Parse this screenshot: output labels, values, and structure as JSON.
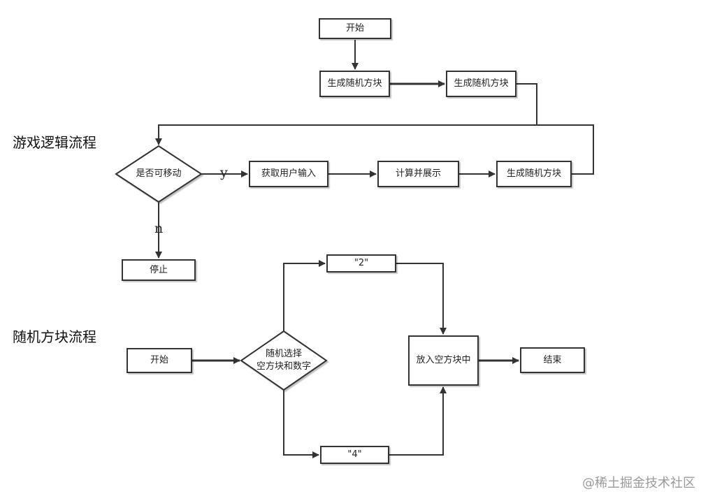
{
  "titles": {
    "game_logic": "游戏逻辑流程",
    "random_block": "随机方块流程"
  },
  "nodes": {
    "start1": "开始",
    "gen1": "生成随机方块",
    "gen2": "生成随机方块",
    "can_move": "是否可移动",
    "get_input": "获取用户输入",
    "compute": "计算并展示",
    "gen3": "生成随机方块",
    "stop": "停止",
    "start2": "开始",
    "choose_line1": "随机选择",
    "choose_line2": "空方块和数字",
    "two": "\"2\"",
    "four": "\"4\"",
    "place": "放入空方块中",
    "end": "结束"
  },
  "edge_labels": {
    "yes": "y",
    "no": "n"
  },
  "watermark": "@稀土掘金技术社区"
}
